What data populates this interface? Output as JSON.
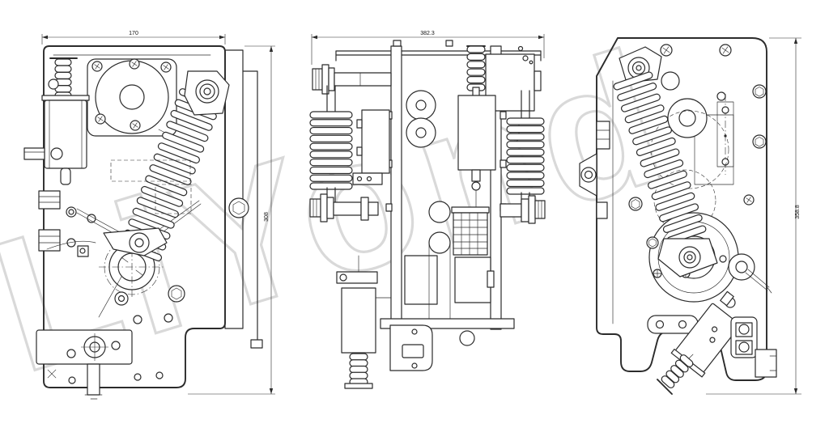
{
  "page": {
    "background": "#ffffff",
    "line_color": "#2b2b2b",
    "watermark_color": "#d9d9d9"
  },
  "watermark": {
    "text": "LiYond"
  },
  "drawing": {
    "views": {
      "front": {
        "width_dim": "170",
        "height_dim": "308"
      },
      "side": {
        "width_dim": "382.3"
      },
      "rear": {
        "height_dim": "358.8"
      }
    }
  }
}
